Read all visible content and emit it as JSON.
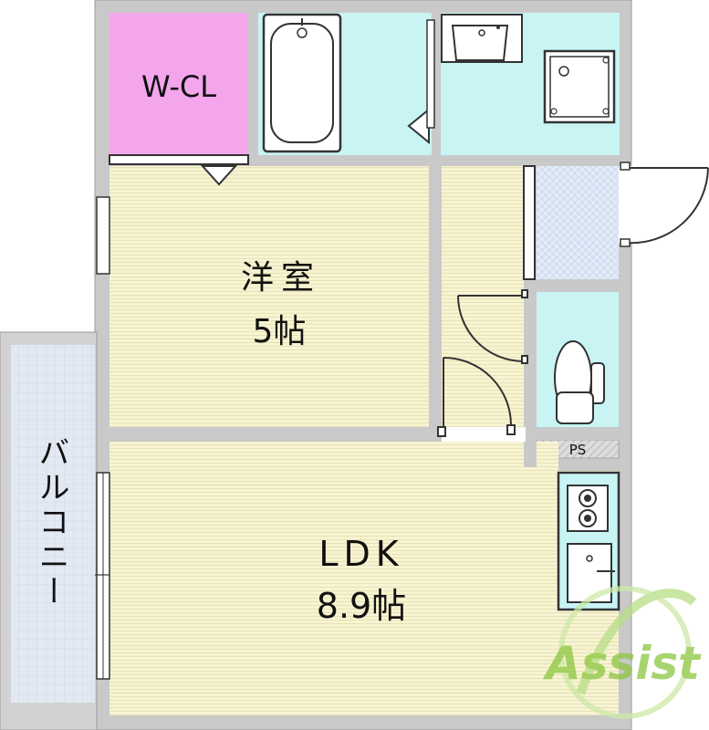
{
  "rooms": {
    "walk_in_closet": "W-CL",
    "western_room": "洋室",
    "western_room_size": "5帖",
    "ldk": "LDK",
    "ldk_size": "8.9帖",
    "balcony": "バルコニー",
    "pipe_space": "PS"
  },
  "watermark": "Assist",
  "colors": {
    "wall": "#c9c9c9",
    "wall_edge": "#9a9a9a",
    "closet": "#f4a6ec",
    "wet_area": "#c8f4f4",
    "floor": "#f7f4d2",
    "floor_line": "#e6e1b4",
    "entry_tile": "#dde6f4",
    "balcony": "#dfe6f0",
    "watermark_green": "#8cc63f"
  },
  "icons": [
    "bathtub-icon",
    "washbasin-icon",
    "washing-machine-icon",
    "toilet-icon",
    "stove-icon",
    "kitchen-sink-icon",
    "door-swing-icon",
    "window-icon"
  ]
}
